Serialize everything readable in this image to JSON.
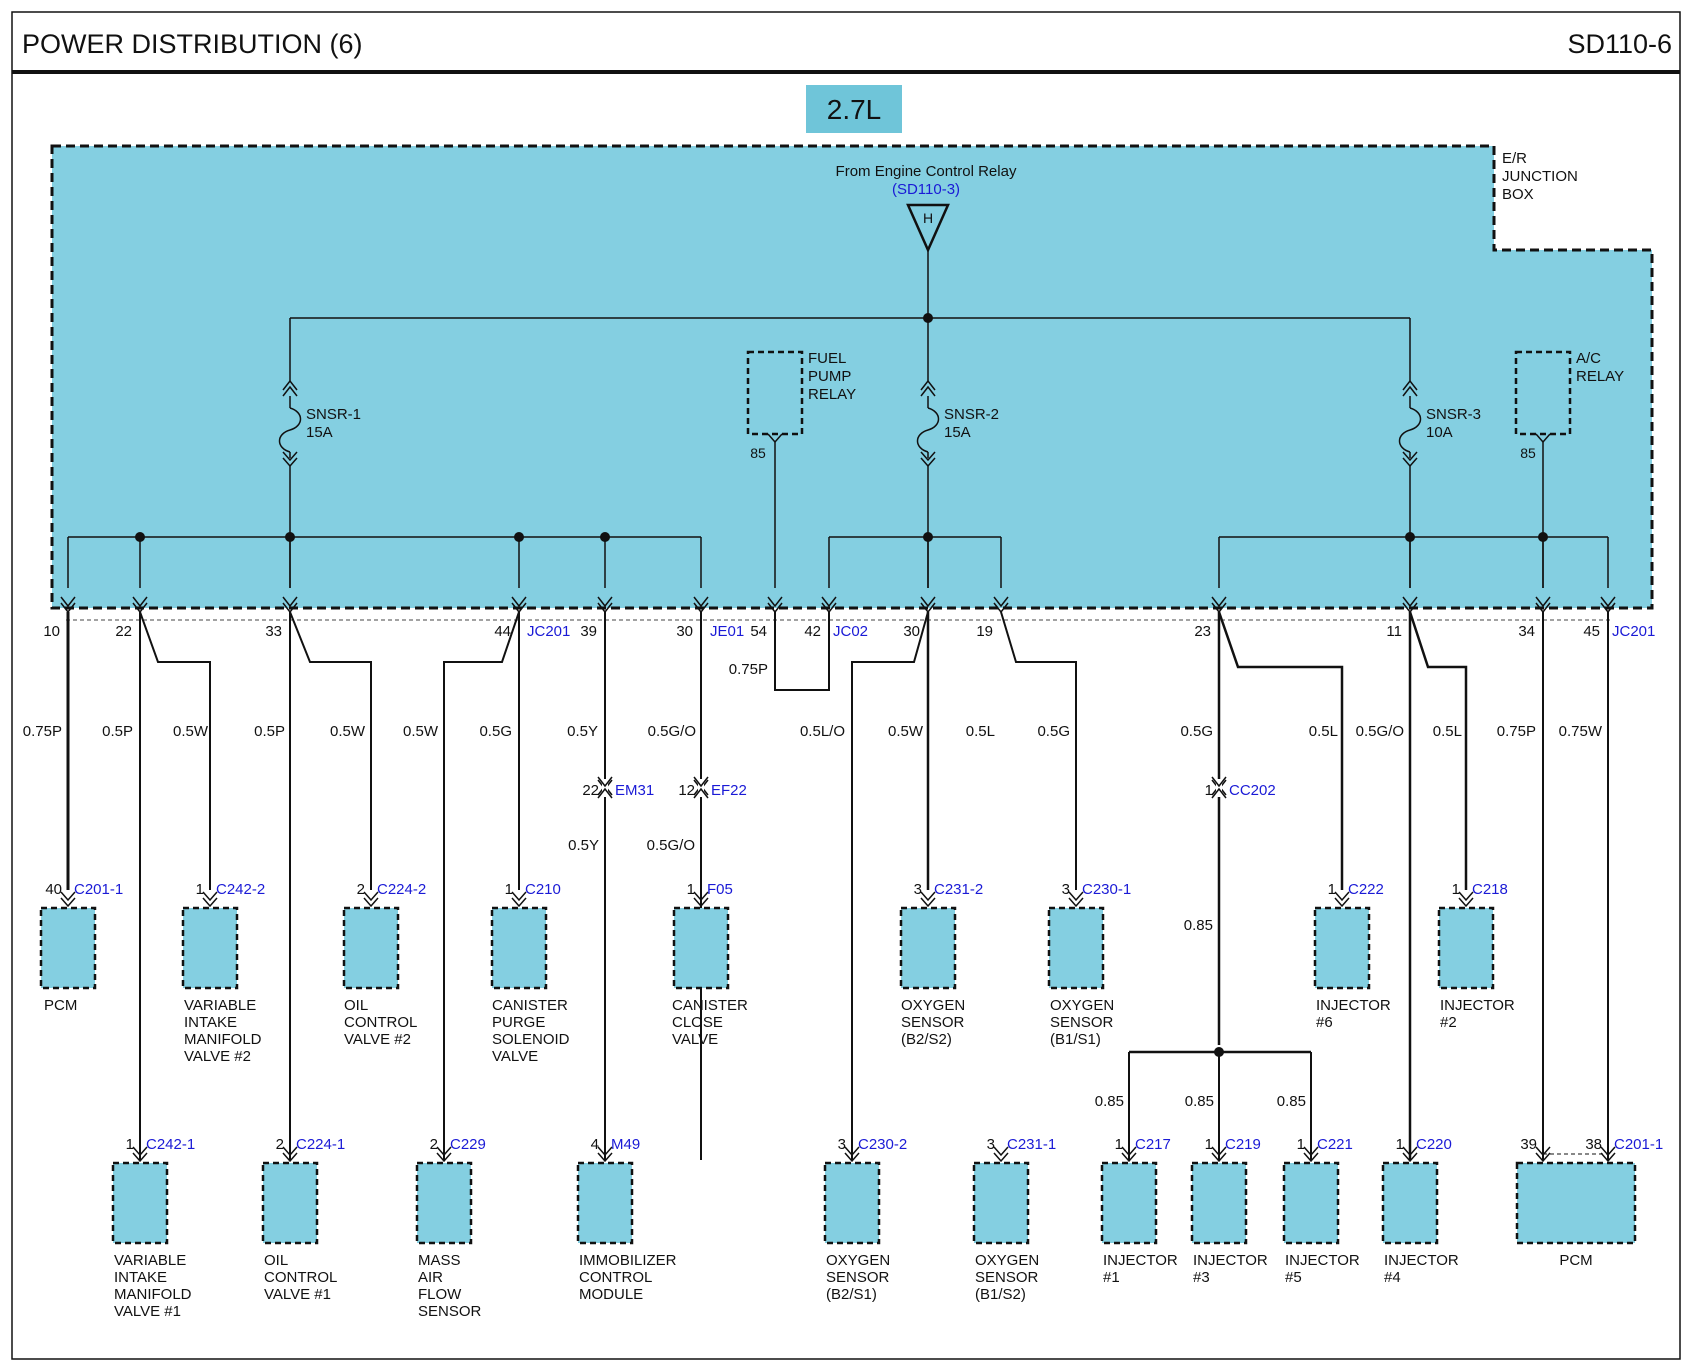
{
  "header": {
    "title": "POWER DISTRIBUTION (6)",
    "code": "SD110-6"
  },
  "engine_badge": "2.7L",
  "junction_box": "E/R\nJUNCTION\nBOX",
  "source": {
    "text": "From Engine Control Relay",
    "ref": "(SD110-3)",
    "terminal": "H"
  },
  "fuses": [
    {
      "name": "SNSR-1",
      "rating": "15A"
    },
    {
      "name": "SNSR-2",
      "rating": "15A"
    },
    {
      "name": "SNSR-3",
      "rating": "10A"
    }
  ],
  "relays": [
    {
      "name": "FUEL\nPUMP\nRELAY",
      "pin": "85"
    },
    {
      "name": "A/C\nRELAY",
      "pin": "85"
    }
  ],
  "box_pins": [
    "10",
    "22",
    "33",
    "44",
    "39",
    "30",
    "54",
    "42",
    "30",
    "19",
    "23",
    "11",
    "34",
    "45"
  ],
  "box_connectors": [
    "JC201",
    "JE01",
    "JC02",
    "JC201"
  ],
  "wires": [
    "0.75P",
    "0.5P",
    "0.5W",
    "0.5P",
    "0.5W",
    "0.5W",
    "0.5G",
    "0.5Y",
    "0.5G/O",
    "0.75P",
    "0.5L/O",
    "0.5W",
    "0.5L",
    "0.5G",
    "0.5G",
    "0.5L",
    "0.5G/O",
    "0.5L",
    "0.75P",
    "0.75W"
  ],
  "inline": [
    {
      "pin": "22",
      "conn": "EM31",
      "wire": "0.5Y"
    },
    {
      "pin": "12",
      "conn": "EF22",
      "wire": "0.5G/O"
    },
    {
      "pin": "1",
      "conn": "CC202",
      "wire": "0.85"
    }
  ],
  "splice_wires": [
    "0.85",
    "0.85",
    "0.85"
  ],
  "upper_loads": [
    {
      "pin": "40",
      "conn": "C201-1",
      "label": "PCM"
    },
    {
      "pin": "1",
      "conn": "C242-2",
      "label": "VARIABLE\nINTAKE\nMANIFOLD\nVALVE #2"
    },
    {
      "pin": "2",
      "conn": "C224-2",
      "label": "OIL\nCONTROL\nVALVE #2"
    },
    {
      "pin": "1",
      "conn": "C210",
      "label": "CANISTER\nPURGE\nSOLENOID\nVALVE"
    },
    {
      "pin": "1",
      "conn": "F05",
      "label": "CANISTER\nCLOSE\nVALVE"
    },
    {
      "pin": "3",
      "conn": "C231-2",
      "label": "OXYGEN\nSENSOR\n(B2/S2)"
    },
    {
      "pin": "3",
      "conn": "C230-1",
      "label": "OXYGEN\nSENSOR\n(B1/S1)"
    },
    {
      "pin": "1",
      "conn": "C222",
      "label": "INJECTOR\n#6"
    },
    {
      "pin": "1",
      "conn": "C218",
      "label": "INJECTOR\n#2"
    }
  ],
  "lower_loads": [
    {
      "pin": "1",
      "conn": "C242-1",
      "label": "VARIABLE\nINTAKE\nMANIFOLD\nVALVE #1"
    },
    {
      "pin": "2",
      "conn": "C224-1",
      "label": "OIL\nCONTROL\nVALVE #1"
    },
    {
      "pin": "2",
      "conn": "C229",
      "label": "MASS\nAIR\nFLOW\nSENSOR"
    },
    {
      "pin": "4",
      "conn": "M49",
      "label": "IMMOBILIZER\nCONTROL\nMODULE"
    },
    {
      "pin": "3",
      "conn": "C230-2",
      "label": "OXYGEN\nSENSOR\n(B2/S1)"
    },
    {
      "pin": "3",
      "conn": "C231-1",
      "label": "OXYGEN\nSENSOR\n(B1/S2)"
    },
    {
      "pin": "1",
      "conn": "C217",
      "label": "INJECTOR\n#1"
    },
    {
      "pin": "1",
      "conn": "C219",
      "label": "INJECTOR\n#3"
    },
    {
      "pin": "1",
      "conn": "C221",
      "label": "INJECTOR\n#5"
    },
    {
      "pin": "1",
      "conn": "C220",
      "label": "INJECTOR\n#4"
    },
    {
      "pin": "39",
      "conn": "",
      "label": ""
    },
    {
      "pin": "38",
      "conn": "C201-1",
      "label": "PCM"
    }
  ],
  "colors": {
    "box_fill": "#84cfe1",
    "conn_blue": "#1a1ad6",
    "line": "#111111"
  }
}
